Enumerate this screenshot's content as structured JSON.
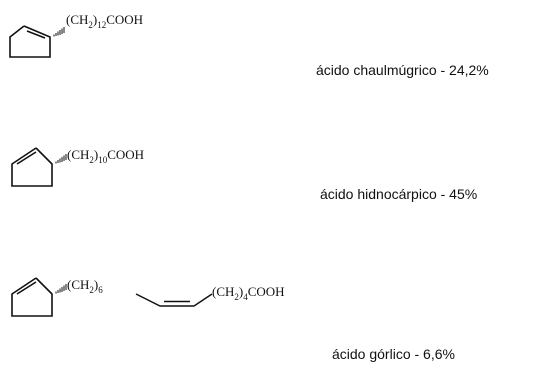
{
  "compounds": [
    {
      "chain": {
        "open": "(CH",
        "sub1": "2",
        "close": ")",
        "sub2": "12",
        "tail": "COOH"
      },
      "name": "ácido chaulmúgrico - 24,2%"
    },
    {
      "chain": {
        "open": "(CH",
        "sub1": "2",
        "close": ")",
        "sub2": "10",
        "tail": "COOH"
      },
      "name": "ácido hidnocárpico - 45%"
    },
    {
      "chain": {
        "open": "(CH",
        "sub1": "2",
        "close": ")",
        "sub2": "6",
        "tail2_open": "(CH",
        "tail2_sub1": "2",
        "tail2_close": ")",
        "tail2_sub2": "4",
        "tail2_end": "COOH"
      },
      "name": "ácido górlico - 6,6%"
    }
  ],
  "colors": {
    "ink": "#111111",
    "background": "#ffffff"
  }
}
